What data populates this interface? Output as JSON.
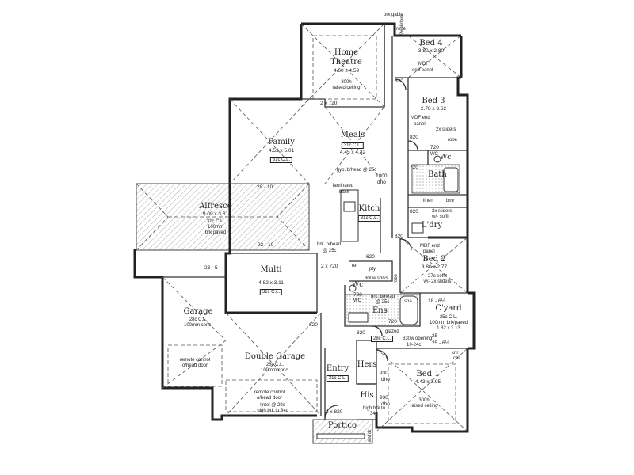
{
  "rooms": {
    "bed4": {
      "name": "Bed 4",
      "size": "3.80 x 2.80"
    },
    "theatre": {
      "name1": "Home",
      "name2": "Theatre",
      "size": "4.60 x 4.59",
      "note1": "300h",
      "note2": "raised ceiling"
    },
    "bed3": {
      "name": "Bed 3",
      "size": "2.78 x 3.62",
      "note1": "MDF end",
      "note2": "panel"
    },
    "meals": {
      "name": "Meals",
      "ceiling": "31c C.L.",
      "size": "4.45 x 4.32"
    },
    "family": {
      "name": "Family",
      "size": "4.53 x 5.01",
      "ceiling": "31c C.L."
    },
    "bath": {
      "name": "Bath"
    },
    "alfresco": {
      "name": "Alfresco",
      "size": "9.09 x 3.61",
      "l1": "31c C.L.",
      "l2": "100mm",
      "l3": "brk paved"
    },
    "kitch": {
      "name": "Kitch",
      "ceiling": "31c C.L."
    },
    "ldry": {
      "name": "L'dry"
    },
    "bed2": {
      "name": "Bed 2",
      "size": "3.80 x 2.77",
      "note1": "MDF end",
      "note2": "panel",
      "soffit1": "27c soffit",
      "soffit2": "w/- 2x sliders"
    },
    "multi": {
      "name": "Multi",
      "size": "4.82 x 3.11",
      "ceiling": "31c C.L."
    },
    "garage": {
      "name": "Garage",
      "l1": "28c C.L.",
      "l2": "100mm conc.",
      "remote1": "remote control",
      "remote2": "o/head door"
    },
    "doublegarage": {
      "name": "Double Garage",
      "l1": "28c C.L.",
      "l2": "100mm conc.",
      "remote1": "remote control",
      "remote2": "o/head door",
      "lintel1": "lintel @ 29c",
      "lintel2": "high brk to 34c"
    },
    "ens": {
      "name": "Ens",
      "ceiling": "28c C.L."
    },
    "cyard": {
      "name": "C'yard",
      "l1": "25c C.L.",
      "l2": "100mm brk/paved",
      "l3": "1.82 x 3.13"
    },
    "hers": {
      "name": "Hers",
      "dim1": "930",
      "dim2": "dho"
    },
    "entry": {
      "name": "Entry",
      "ceiling": "31c C.L."
    },
    "his": {
      "name": "His",
      "dim1": "930",
      "dim2": "dho",
      "high1": "high brk to",
      "high2": "34c"
    },
    "bed1": {
      "name": "Bed 1",
      "size": "4.43 x 3.95",
      "note1": "300h",
      "note2": "raised ceiling"
    },
    "portico": {
      "name": "Portico"
    },
    "wc1": {
      "name": "Wc"
    },
    "wc2": {
      "name": "Wc"
    }
  },
  "labels": {
    "sliders_bed4": "2x sliders",
    "robe_bed4": "robe",
    "mdf_bed4_1": "MDF",
    "mdf_bed4_2": "end panel",
    "d820_a": "820",
    "d2x720_top": "2 x 720",
    "sliders_bed3": "2x sliders",
    "robe_bed3": "robe",
    "d820_b": "820",
    "d720_a": "720",
    "wc_a": "WC",
    "d720_b": "720",
    "gyp": "gyp. b/head @ 25c",
    "d1000": "1000",
    "dho_a": "dho",
    "d28_10": "28 - 10",
    "laminated1": "laminated",
    "laminated2": "back",
    "linen": "linen",
    "bmr": "bmr",
    "d820_c": "820",
    "sliders_ldry1": "2x sliders",
    "sliders_ldry2": "w/- soffit",
    "d820_d": "820",
    "d23_10": "23 - 10",
    "brk1": "brk. b/head",
    "brk2": "@ 25c",
    "d620": "620",
    "ref": "ref",
    "pty": "pty",
    "shlvs": "300w shlvs",
    "robe_bed2": "robe",
    "d23_5": "23 - 5",
    "d2x720_mid": "2 x 720",
    "d720_c": "720",
    "wc_b": "WC",
    "brk3": "brk. b/head",
    "brk4": "@ 25c",
    "spa": "spa",
    "d18_6": "18 - 6½",
    "d720_d": "720",
    "glazed": "glazed",
    "d820_e": "820",
    "d820_f": "820",
    "opening1": "630w opening",
    "opening2": "10-24c",
    "d25": "25 -",
    "d25_6": "25 - 6½",
    "cnr1": "cnr",
    "cnr2": "col",
    "d2x820": "2 x 820",
    "ent_dr": "ent dr",
    "top_mark": "brk gable"
  }
}
